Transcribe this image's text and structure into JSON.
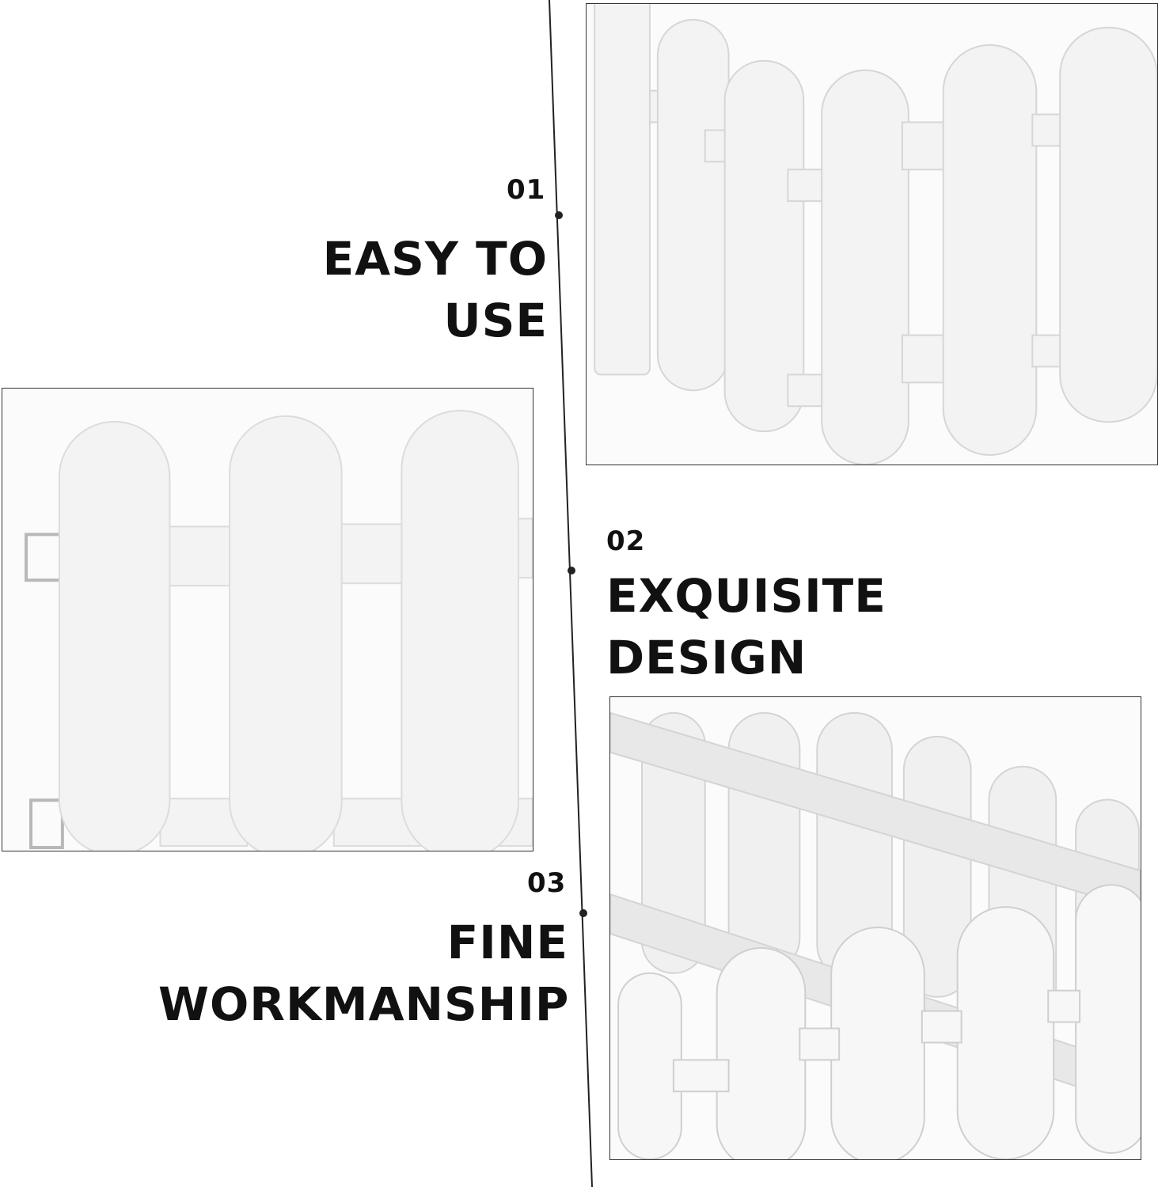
{
  "features": [
    {
      "number": "01",
      "line1": "EASY TO",
      "line2": "USE"
    },
    {
      "number": "02",
      "line1": "EXQUISITE",
      "line2": "DESIGN"
    },
    {
      "number": "03",
      "line1": "FINE",
      "line2": "WORKMANSHIP"
    }
  ],
  "colors": {
    "text": "#111111",
    "line": "#222222",
    "fence": "#f6f6f6",
    "fence_edge": "#d9d9d9"
  },
  "images": [
    "fence-perspective-photo",
    "fence-front-photo",
    "fence-corner-photo"
  ]
}
